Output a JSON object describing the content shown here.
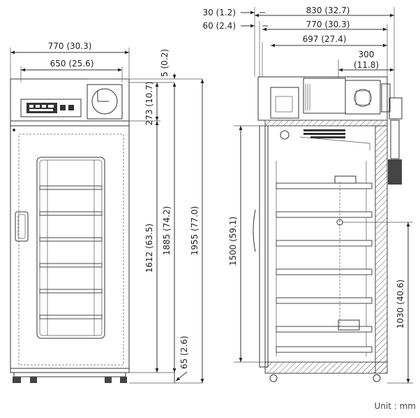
{
  "unit_note": "Unit : mm",
  "front": {
    "width_total": "770 (30.3)",
    "width_inner": "650 (25.6)",
    "top_gap": "5 (0.2)",
    "control_panel_height": "273 (10.7)",
    "door_height": "1612 (63.5)",
    "body_height": "1885 (74.2)",
    "overall_height": "1955 (77.0)",
    "base_height": "65 (2.6)"
  },
  "side": {
    "dim_30": "30 (1.2)",
    "dim_60": "60 (2.4)",
    "depth_total": "830 (32.7)",
    "depth_770": "770 (30.3)",
    "depth_697": "697 (27.4)",
    "dim_300_a": "300",
    "dim_300_b": "(11.8)",
    "interior_height": "1500 (59.1)",
    "shelf_height": "1030 (40.6)"
  }
}
